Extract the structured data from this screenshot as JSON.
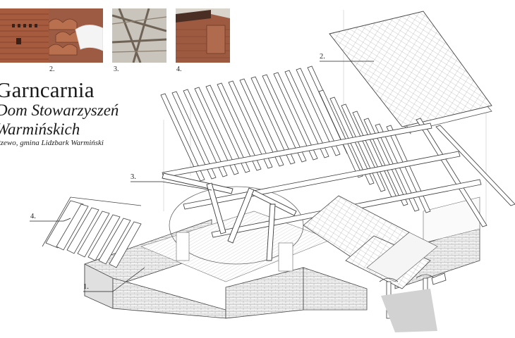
{
  "photos": [
    {
      "label": ""
    },
    {
      "label": "2."
    },
    {
      "label": "3."
    },
    {
      "label": "4."
    }
  ],
  "title": "Garncarnia",
  "subtitle_line1": "Dom Stowarzyszeń",
  "subtitle_line2": "Warmińskich",
  "location": "Rzewo, gmina Lidzbark Warmiński",
  "callouts": {
    "c1": "1.",
    "c2": "2.",
    "c3": "3.",
    "c4": "4."
  },
  "colors": {
    "ink": "#3a3a3a",
    "brick": "#a65a3e",
    "tile": "#b3674a",
    "wood": "#8a7560"
  }
}
